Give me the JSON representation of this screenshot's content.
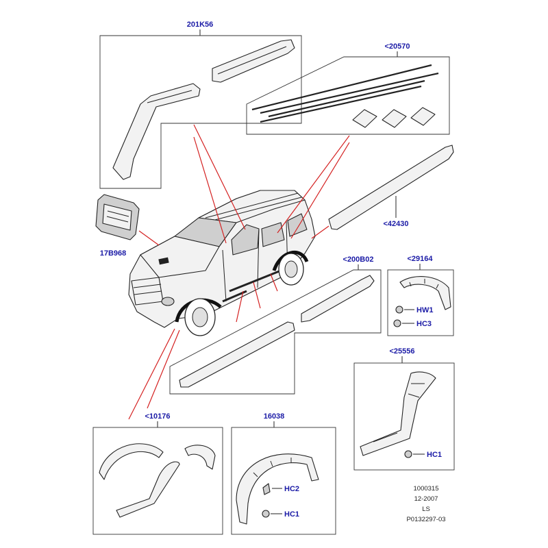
{
  "colors": {
    "label": "#1a1aa6",
    "leader": "#d42020",
    "line": "#222222"
  },
  "labels": {
    "kit_201k56": "201K56",
    "kit_20570": "<20570",
    "part_42430": "<42430",
    "part_17b968": "17B968",
    "kit_200b02": "<200B02",
    "kit_29164": "<29164",
    "hw1_a": "HW1",
    "hc3": "HC3",
    "kit_25556": "<25556",
    "hc1_c": "HC1",
    "kit_10176": "<10176",
    "kit_16038": "16038",
    "hc2": "HC2",
    "hc1_b": "HC1"
  },
  "ref_block": {
    "number": "1000315",
    "date": "12-2007",
    "code": "LS",
    "part_ref": "P0132297-03"
  }
}
